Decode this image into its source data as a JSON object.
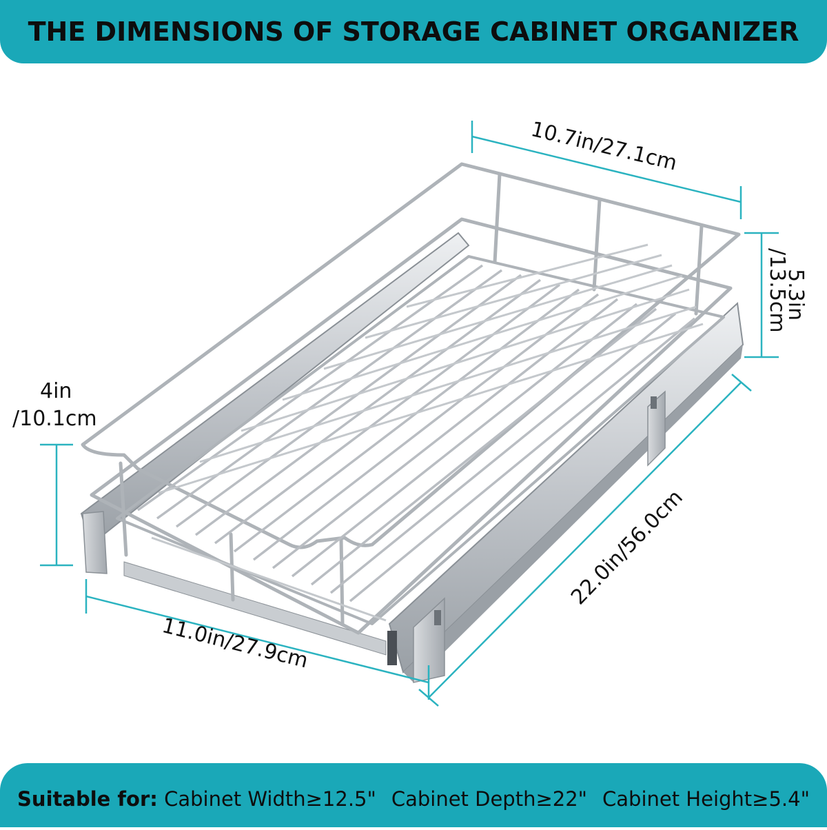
{
  "header": {
    "title": "THE DIMENSIONS OF STORAGE CABINET ORGANIZER"
  },
  "dimensions": {
    "top_width": "10.7in/27.1cm",
    "height_right_line1": "5.3in",
    "height_right_line2": "/13.5cm",
    "height_left_line1": "4in",
    "height_left_line2": "/10.1cm",
    "front_width": "11.0in/27.9cm",
    "depth": "22.0in/56.0cm"
  },
  "footer": {
    "lead": "Suitable for:",
    "width_req": "Cabinet Width≥12.5\"",
    "depth_req": "Cabinet Depth≥22\"",
    "height_req": "Cabinet Height≥5.4\""
  },
  "colors": {
    "accent": "#1aa8b8",
    "dimension_line": "#2bb3c0",
    "chrome": "#b8bcc2",
    "chrome_dark": "#7d8288"
  },
  "icons": [
    "pull-out-wire-basket-illustration"
  ]
}
